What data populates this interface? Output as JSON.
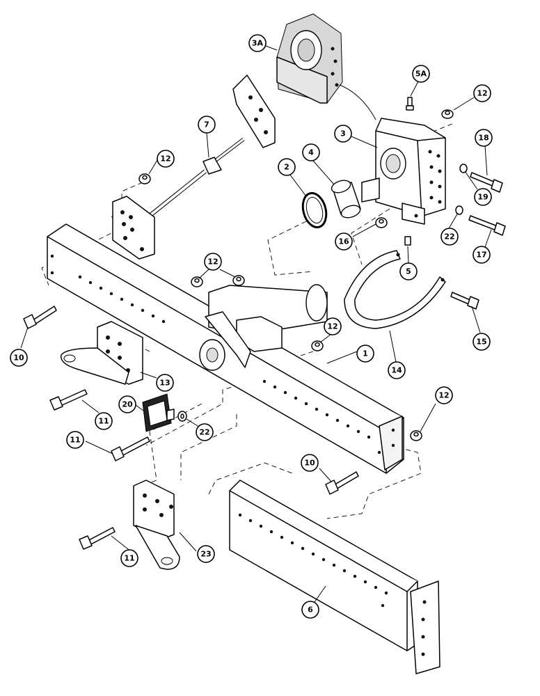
{
  "diagram": {
    "callouts": [
      {
        "id": "c-3a",
        "label": "3A"
      },
      {
        "id": "c-5a",
        "label": "5A"
      },
      {
        "id": "c-12a",
        "label": "12"
      },
      {
        "id": "c-3",
        "label": "3"
      },
      {
        "id": "c-18",
        "label": "18"
      },
      {
        "id": "c-7",
        "label": "7"
      },
      {
        "id": "c-4",
        "label": "4"
      },
      {
        "id": "c-12b",
        "label": "12"
      },
      {
        "id": "c-2",
        "label": "2"
      },
      {
        "id": "c-19",
        "label": "19"
      },
      {
        "id": "c-22a",
        "label": "22"
      },
      {
        "id": "c-17",
        "label": "17"
      },
      {
        "id": "c-16",
        "label": "16"
      },
      {
        "id": "c-5",
        "label": "5"
      },
      {
        "id": "c-12c",
        "label": "12"
      },
      {
        "id": "c-15",
        "label": "15"
      },
      {
        "id": "c-12d",
        "label": "12"
      },
      {
        "id": "c-10a",
        "label": "10"
      },
      {
        "id": "c-1",
        "label": "1"
      },
      {
        "id": "c-14",
        "label": "14"
      },
      {
        "id": "c-13",
        "label": "13"
      },
      {
        "id": "c-20",
        "label": "20"
      },
      {
        "id": "c-11a",
        "label": "11"
      },
      {
        "id": "c-22b",
        "label": "22"
      },
      {
        "id": "c-12e",
        "label": "12"
      },
      {
        "id": "c-11b",
        "label": "11"
      },
      {
        "id": "c-10b",
        "label": "10"
      },
      {
        "id": "c-23",
        "label": "23"
      },
      {
        "id": "c-11c",
        "label": "11"
      },
      {
        "id": "c-6",
        "label": "6"
      }
    ]
  }
}
